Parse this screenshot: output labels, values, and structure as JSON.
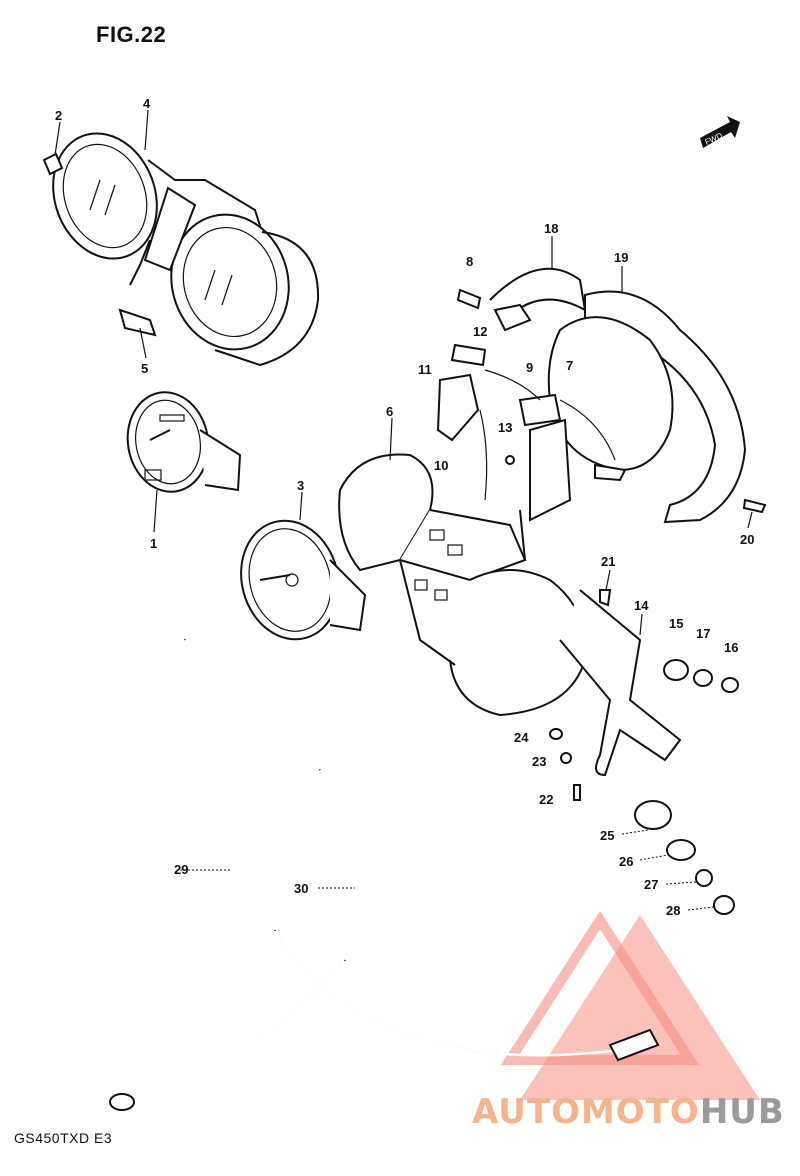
{
  "figure": {
    "title": "FIG.22",
    "model_code": "GS450TXD E3",
    "fwd_label": "FWD"
  },
  "part_numbers": [
    "1",
    "2",
    "3",
    "4",
    "5",
    "6",
    "7",
    "8",
    "9",
    "10",
    "11",
    "12",
    "13",
    "14",
    "15",
    "16",
    "17",
    "18",
    "19",
    "20",
    "21",
    "22",
    "23",
    "24",
    "25",
    "26",
    "27",
    "28",
    "29",
    "30"
  ],
  "watermark": {
    "brand_part1": "AUTOMOTO",
    "brand_part2": "HUB",
    "colors": {
      "accent": "#f08a5d",
      "gray": "#9a9a9a",
      "triangle": "#f26b5b"
    }
  }
}
